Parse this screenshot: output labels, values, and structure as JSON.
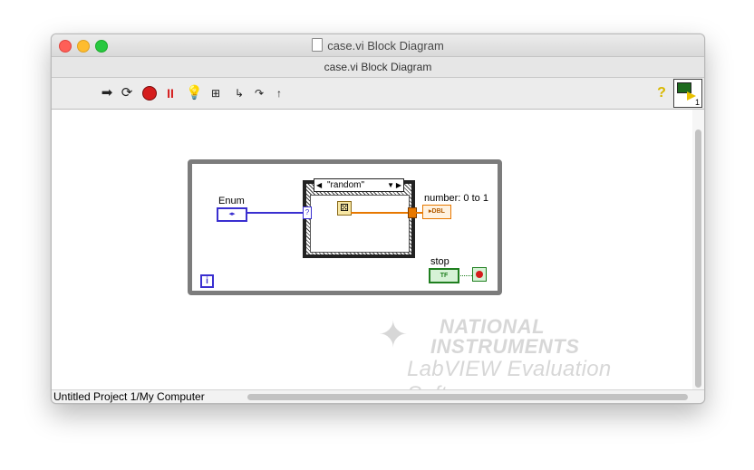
{
  "window": {
    "title": "case.vi Block Diagram",
    "subtitle": "case.vi Block Diagram"
  },
  "toolbar": {
    "run_icon": "run-arrow-icon",
    "run_continuous_icon": "run-continuously-icon",
    "abort_icon": "abort-icon",
    "pause_label": "II",
    "pause_icon": "pause-icon",
    "highlight_icon": "highlight-execution-bulb-icon",
    "retain_icon": "retain-wire-values-icon",
    "step_into_icon": "step-into-icon",
    "step_over_icon": "step-over-icon",
    "step_out_icon": "step-out-icon",
    "help_label": "?",
    "vi_icon_number": "1"
  },
  "diagram": {
    "enum_label": "Enum",
    "enum_term_text": "◂▸",
    "selector_term_text": "?",
    "case_selector_value": "\"random\"",
    "number_label": "number: 0 to 1",
    "dbl_term_text": "▸DBL",
    "stop_label": "stop",
    "tf_term_text": "TF",
    "loop_iteration": "i"
  },
  "watermark": {
    "line1": "NATIONAL",
    "line2": "INSTRUMENTS",
    "line3": "LabVIEW Evaluation Software"
  },
  "status": {
    "project_text": "Untitled Project 1/My Computer"
  },
  "colors": {
    "enum_wire": "#3a2fd0",
    "dbl_wire": "#e77800",
    "bool_wire": "#1f7f1f",
    "abort_red": "#d51d1d"
  }
}
